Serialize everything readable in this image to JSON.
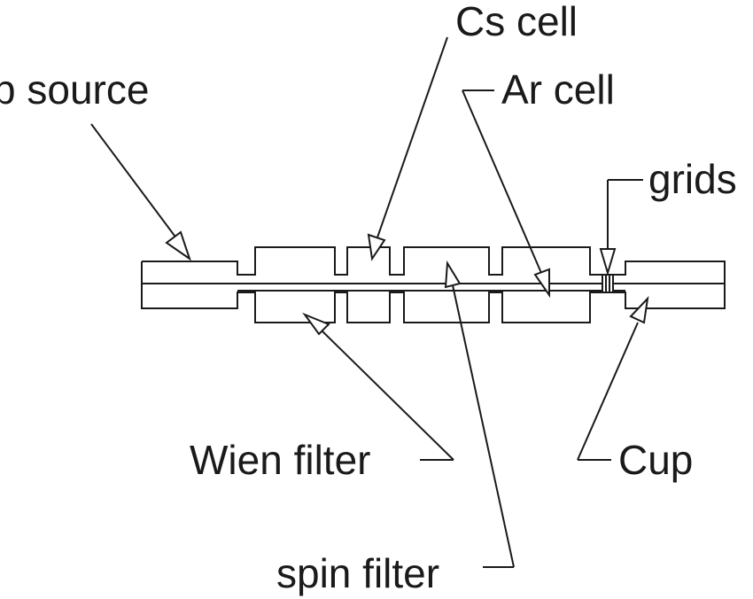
{
  "labels": {
    "source": "p source",
    "cs_cell": "Cs cell",
    "ar_cell": "Ar cell",
    "grids": "grids",
    "wien_filter": "Wien filter",
    "cup": "Cup",
    "spin_filter": "spin filter"
  },
  "colors": {
    "ink": "#1a1a1a",
    "background": "#ffffff"
  }
}
